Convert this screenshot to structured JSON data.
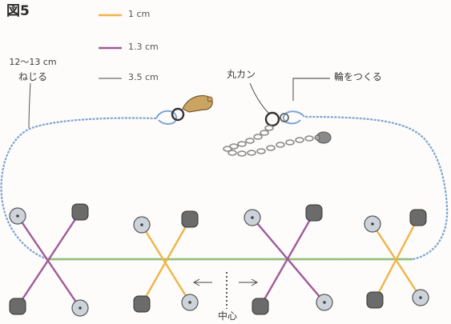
{
  "figure": {
    "title": "図5",
    "legend": [
      {
        "label": "1 cm",
        "color": "#f0b446"
      },
      {
        "label": "1.3 cm",
        "color": "#a05a9a"
      },
      {
        "label": "3.5 cm",
        "color": "#6a6a6a"
      }
    ],
    "labels": {
      "twist_length": "12〜13 cm",
      "twist_action": "ねじる",
      "jump_ring": "丸カン",
      "make_loop": "輪をつくる",
      "center": "中心"
    },
    "colors": {
      "chain_blue": "#7ea4d4",
      "center_wire_green": "#8fbf7a",
      "arm_yellow": "#f0b446",
      "arm_purple": "#a05a9a",
      "clasp_gold": "#b28a4a",
      "extender_chain": "#8a8a8a",
      "bead_light": "#cdd3da",
      "bead_dark": "#6b6b6b"
    },
    "motifs": [
      {
        "arm": "purple"
      },
      {
        "arm": "yellow"
      },
      {
        "arm": "purple"
      },
      {
        "arm": "yellow"
      }
    ]
  }
}
